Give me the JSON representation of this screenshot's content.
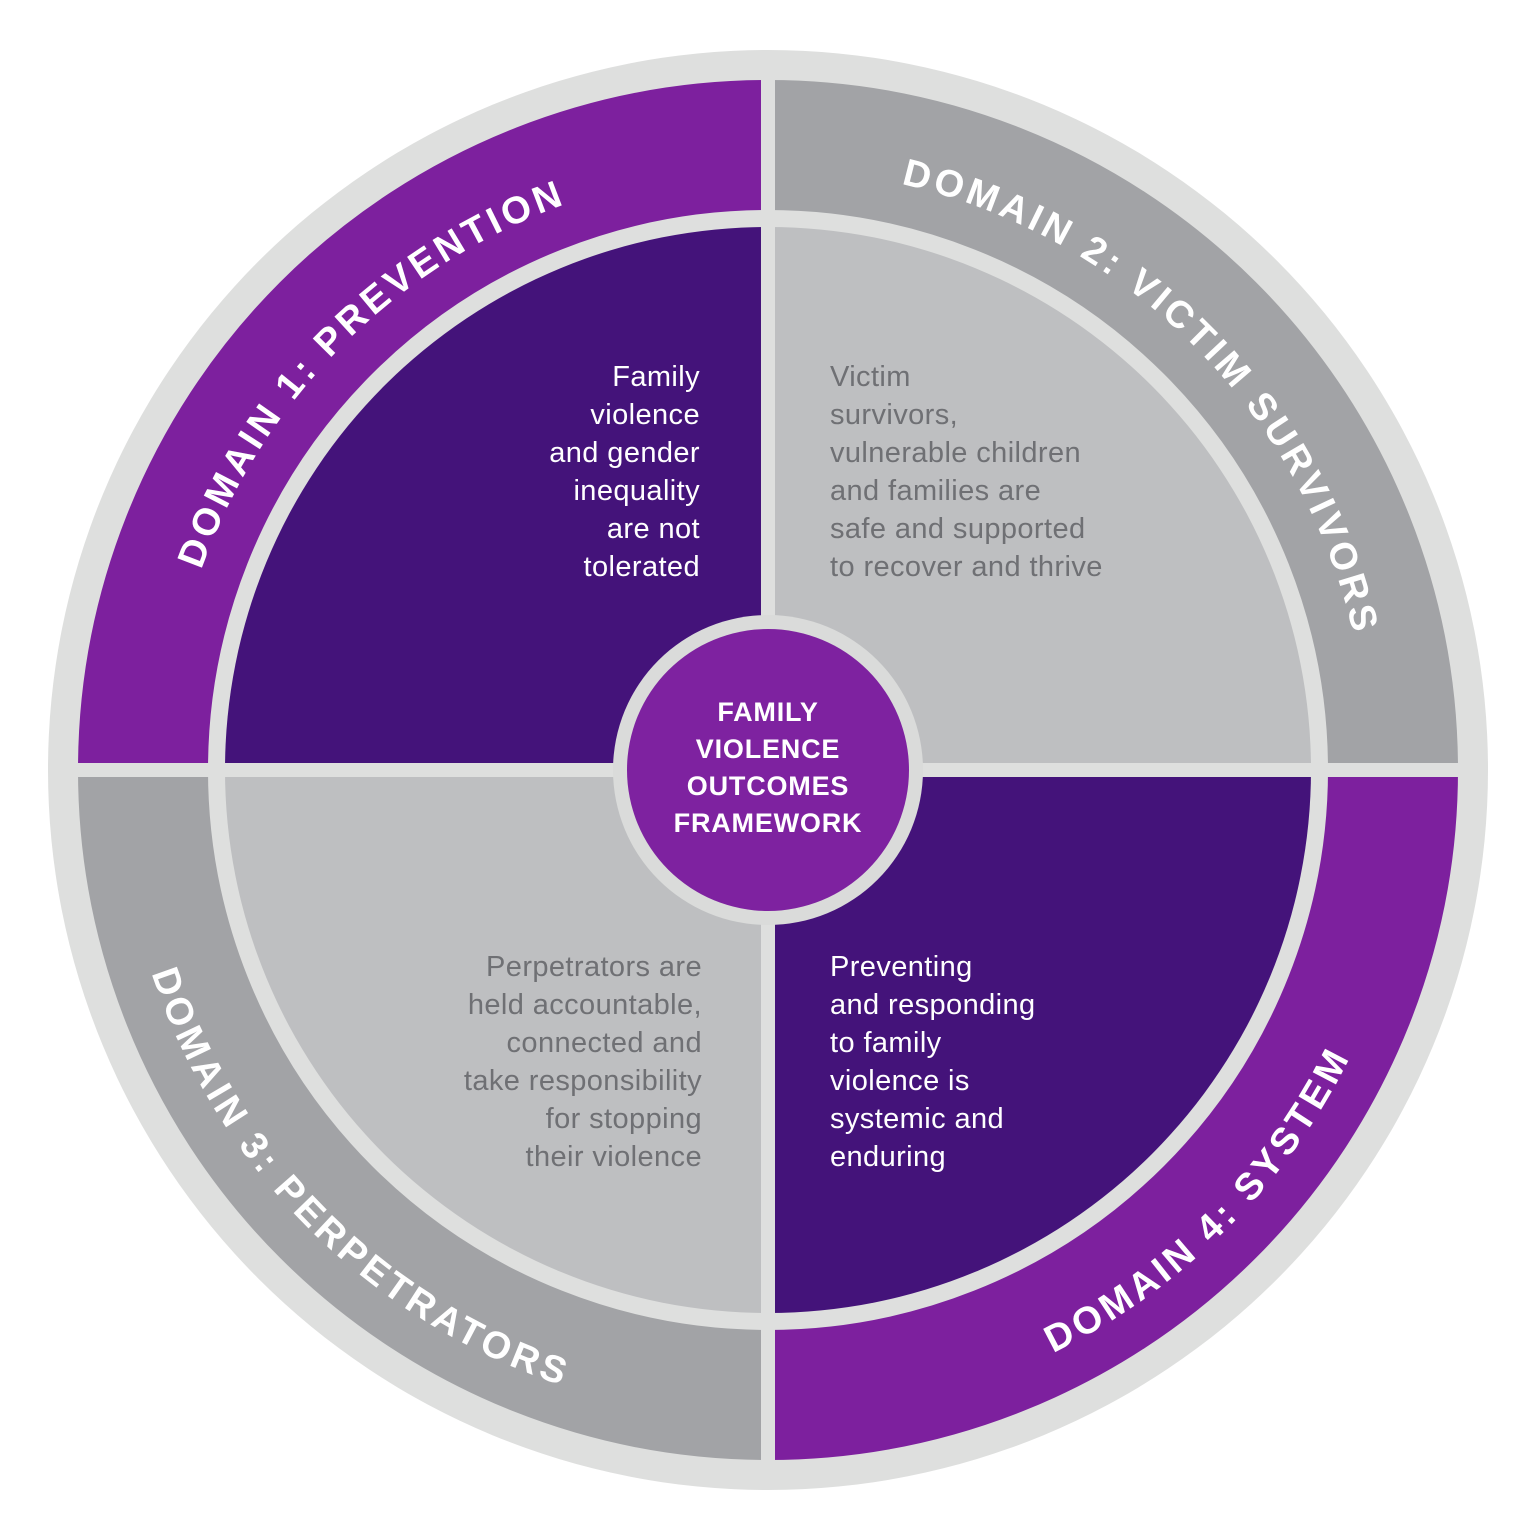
{
  "diagram": {
    "name": "Family Violence Outcomes Framework wheel",
    "center": {
      "label_lines": [
        "FAMILY",
        "VIOLENCE",
        "OUTCOMES",
        "FRAMEWORK"
      ]
    },
    "domains": [
      {
        "id": 1,
        "position": "top-left",
        "ring_label": "DOMAIN 1: PREVENTION",
        "outcome_lines": [
          "Family",
          "violence",
          "and gender",
          "inequality",
          "are not",
          "tolerated"
        ],
        "ring_color": "#7D209E",
        "quadrant_color": "#44137A",
        "text_color": "#FFFFFF"
      },
      {
        "id": 2,
        "position": "top-right",
        "ring_label": "DOMAIN 2: VICTIM SURVIVORS",
        "outcome_lines": [
          "Victim",
          "survivors,",
          "vulnerable children",
          "and families are",
          "safe and supported",
          "to recover and thrive"
        ],
        "ring_color": "#A2A3A6",
        "quadrant_color": "#BEBFC1",
        "text_color": "#6F7074"
      },
      {
        "id": 3,
        "position": "bottom-left",
        "ring_label": "DOMAIN 3: PERPETRATORS",
        "outcome_lines": [
          "Perpetrators are",
          "held accountable,",
          "connected and",
          "take responsibility",
          "for stopping",
          "their violence"
        ],
        "ring_color": "#A2A3A6",
        "quadrant_color": "#BEBFC1",
        "text_color": "#6F7074"
      },
      {
        "id": 4,
        "position": "bottom-right",
        "ring_label": "DOMAIN 4: SYSTEM",
        "outcome_lines": [
          "Preventing",
          "and responding",
          "to family",
          "violence is",
          "systemic and",
          "enduring"
        ],
        "ring_color": "#7D209E",
        "quadrant_color": "#44137A",
        "text_color": "#FFFFFF"
      }
    ],
    "colors": {
      "background": "#FFFFFF",
      "outer_band": "#DEDFDE",
      "divider": "#DEDFDE",
      "center_circle": "#7E22A0",
      "center_circle_ring": "#DADBDA",
      "purple_ring": "#7D209E",
      "gray_ring": "#A2A3A6",
      "dark_purple_quadrant": "#44137A",
      "light_gray_quadrant": "#BEBFC1",
      "ring_label_text": "#FFFFFF",
      "gray_body_text": "#6F7074"
    }
  }
}
